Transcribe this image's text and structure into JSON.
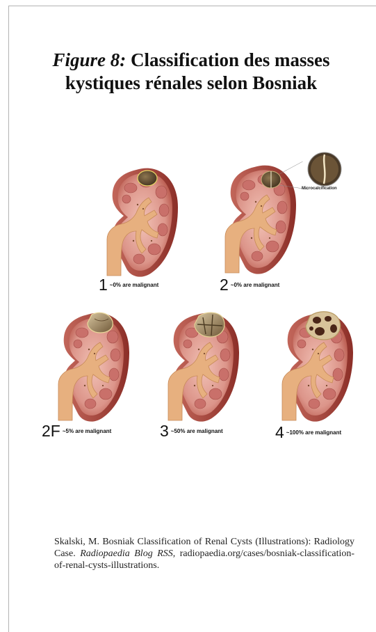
{
  "title": {
    "figure_label": "Figure 8:",
    "text": "Classification des masses kystiques rénales selon Bosniak"
  },
  "figure": {
    "callout_label": "Microcalcification",
    "grades": [
      {
        "number": "1",
        "text": "~0% are malignant"
      },
      {
        "number": "2",
        "text": "~0% are malignant"
      },
      {
        "number": "2F",
        "text": "~5% are malignant"
      },
      {
        "number": "3",
        "text": "~50% are malignant"
      },
      {
        "number": "4",
        "text": "~100% are malignant"
      }
    ]
  },
  "citation": {
    "prefix": "Skalski, M. Bosniak Classification of Renal Cysts (Illustrations): Radiology Case. ",
    "journal": "Radiopaedia Blog RSS",
    "suffix": ", radiopaedia.org/cases/bosniak-classification-of-renal-cysts-illustrations."
  },
  "colors": {
    "kidney_outer": "#a8453c",
    "kidney_cortex": "#d98f84",
    "pelvis": "#e8b28a",
    "cyst": "#6e5a3a"
  }
}
